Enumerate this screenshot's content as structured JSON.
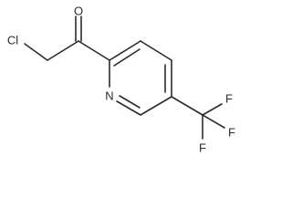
{
  "molecule": {
    "atoms": {
      "oxygen": "O",
      "chlorine": "Cl",
      "nitrogen": "N",
      "fluorine_top": "F",
      "fluorine_right": "F",
      "fluorine_bottom": "F"
    }
  }
}
